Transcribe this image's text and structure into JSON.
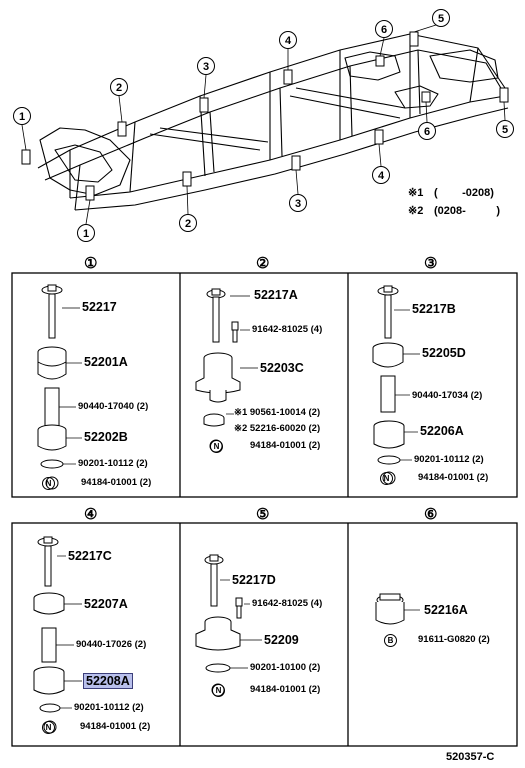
{
  "frame": {
    "callouts": [
      "1",
      "2",
      "3",
      "4",
      "5",
      "6",
      "1",
      "2",
      "3",
      "4",
      "5",
      "6"
    ],
    "notes": [
      {
        "mark": "※1",
        "range": "(        -0208)"
      },
      {
        "mark": "※2",
        "range": "(0208-          )"
      }
    ]
  },
  "panels": [
    {
      "number": "①",
      "parts": [
        {
          "code": "52217",
          "type": "main"
        },
        {
          "code": "52201A",
          "type": "main"
        },
        {
          "code": "90440-17040 (2)",
          "type": "sub"
        },
        {
          "code": "52202B",
          "type": "main"
        },
        {
          "code": "90201-10112 (2)",
          "type": "sub"
        },
        {
          "code": "94184-01001 (2)",
          "type": "sub",
          "prefix": "N"
        }
      ]
    },
    {
      "number": "②",
      "parts": [
        {
          "code": "52217A",
          "type": "main"
        },
        {
          "code": "91642-81025 (4)",
          "type": "sub"
        },
        {
          "code": "52203C",
          "type": "main"
        },
        {
          "code": "※1 90561-10014 (2)",
          "type": "sub"
        },
        {
          "code": "※2 52216-60020 (2)",
          "type": "sub"
        },
        {
          "code": "94184-01001 (2)",
          "type": "sub",
          "prefix": "N"
        }
      ]
    },
    {
      "number": "③",
      "parts": [
        {
          "code": "52217B",
          "type": "main"
        },
        {
          "code": "52205D",
          "type": "main"
        },
        {
          "code": "90440-17034 (2)",
          "type": "sub"
        },
        {
          "code": "52206A",
          "type": "main"
        },
        {
          "code": "90201-10112 (2)",
          "type": "sub"
        },
        {
          "code": "94184-01001 (2)",
          "type": "sub",
          "prefix": "N"
        }
      ]
    },
    {
      "number": "④",
      "parts": [
        {
          "code": "52217C",
          "type": "main"
        },
        {
          "code": "52207A",
          "type": "main"
        },
        {
          "code": "90440-17026 (2)",
          "type": "sub"
        },
        {
          "code": "52208A",
          "type": "main",
          "highlighted": true
        },
        {
          "code": "90201-10112 (2)",
          "type": "sub"
        },
        {
          "code": "94184-01001 (2)",
          "type": "sub",
          "prefix": "N"
        }
      ]
    },
    {
      "number": "⑤",
      "parts": [
        {
          "code": "52217D",
          "type": "main"
        },
        {
          "code": "91642-81025 (4)",
          "type": "sub"
        },
        {
          "code": "52209",
          "type": "main"
        },
        {
          "code": "90201-10100 (2)",
          "type": "sub"
        },
        {
          "code": "94184-01001 (2)",
          "type": "sub",
          "prefix": "N"
        }
      ]
    },
    {
      "number": "⑥",
      "parts": [
        {
          "code": "52216A",
          "type": "main"
        },
        {
          "code": "91611-G0820 (2)",
          "type": "sub",
          "prefix": "B"
        }
      ]
    }
  ],
  "diagram_id": "520357-C",
  "colors": {
    "highlight": "#b9c0ec",
    "line": "#000000"
  }
}
